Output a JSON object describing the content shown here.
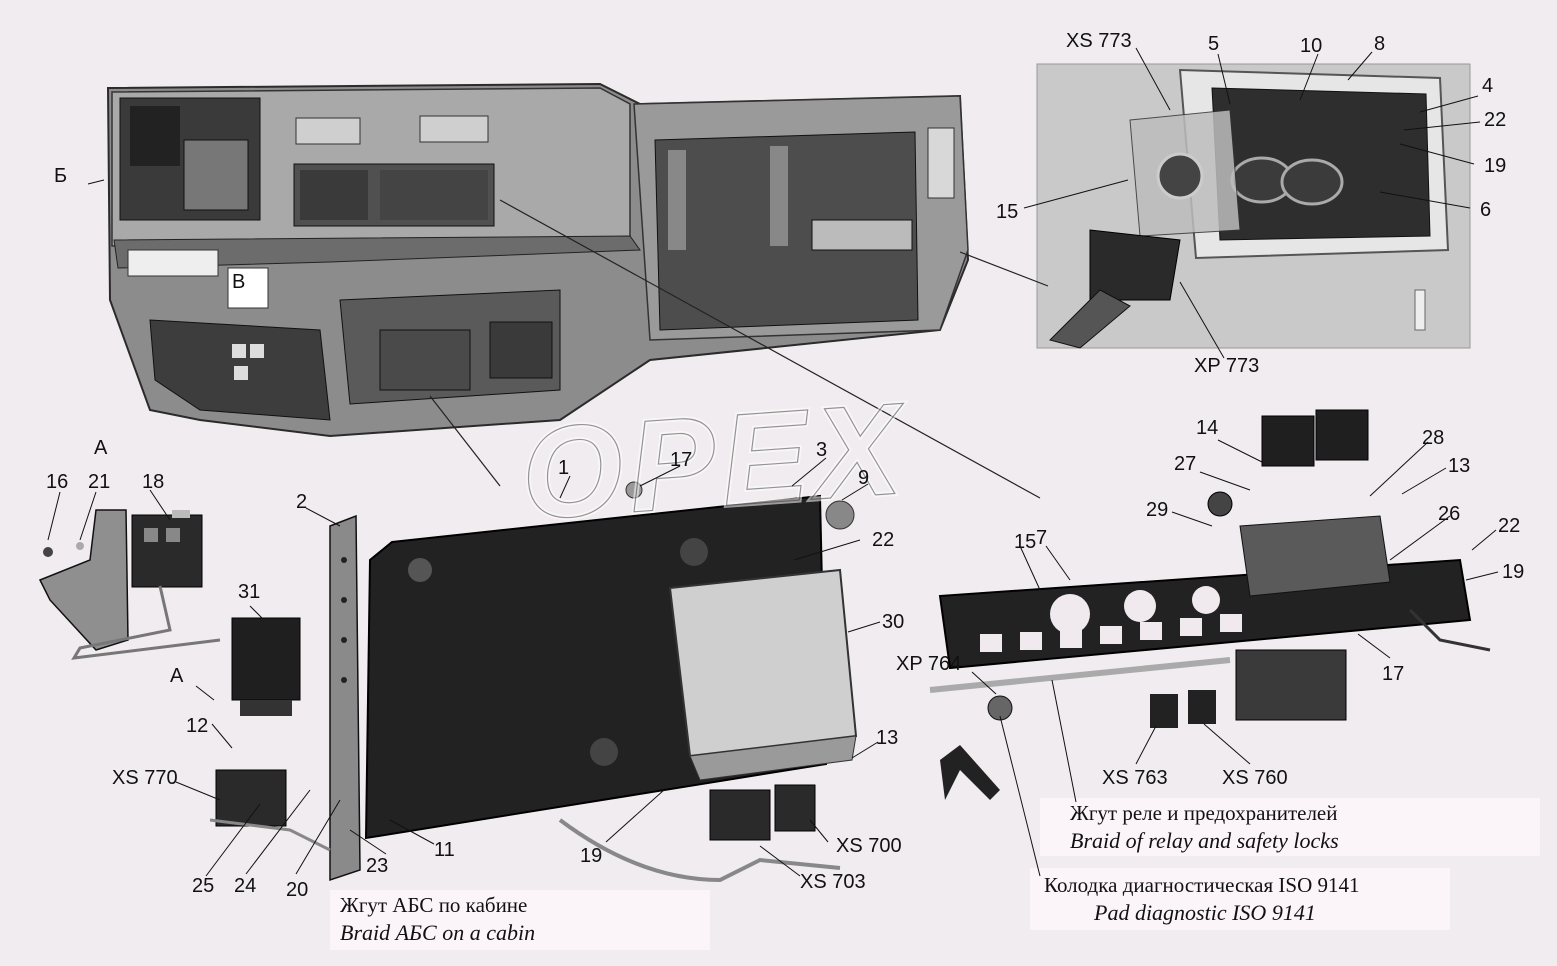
{
  "watermark": "OPEX",
  "labels": {
    "xs773": "XS 773",
    "n5": "5",
    "n10": "10",
    "n8": "8",
    "n4_top": "4",
    "n22_top": "22",
    "n19_top": "19",
    "n15_top": "15",
    "n6": "6",
    "xp773": "XP 773",
    "b_cyr": "Б",
    "v_cyr": "В",
    "a_top": "А",
    "n16": "16",
    "n21": "21",
    "n18": "18",
    "n1": "1",
    "n17_mid": "17",
    "n3": "3",
    "n9": "9",
    "n2": "2",
    "n22_mid": "22",
    "n31": "31",
    "n30": "30",
    "a_arrow": "А",
    "n12": "12",
    "n13_mid": "13",
    "xs770": "XS 770",
    "n25": "25",
    "n24": "24",
    "n20": "20",
    "n23": "23",
    "n11": "11",
    "n19_bot": "19",
    "xs700": "XS 700",
    "xs703": "XS 703",
    "n14": "14",
    "n28": "28",
    "n27": "27",
    "n13_right": "13",
    "n29": "29",
    "n26": "26",
    "n22_right": "22",
    "n15_right": "15",
    "n7": "7",
    "n19_right": "19",
    "n17_right": "17",
    "xp764": "XP 764",
    "xs763": "XS 763",
    "xs760": "XS 760"
  },
  "captions": {
    "relay_ru": "Жгут реле и предохранителей",
    "relay_en": "Braid of  relay and safety locks",
    "abs_ru": "Жгут АБС по кабине",
    "abs_en": "Braid АБС on a cabin",
    "diag_ru": "Колодка диагностическая ISO 9141",
    "diag_en": "Pad diagnostic ISO 9141"
  }
}
